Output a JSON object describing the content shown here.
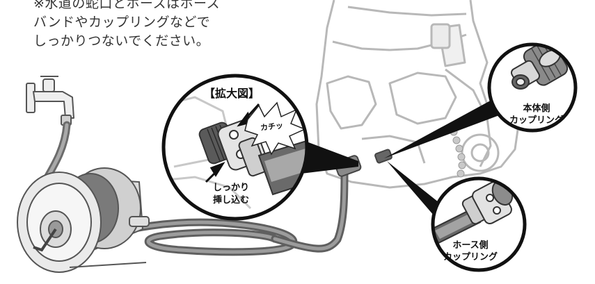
{
  "note": {
    "lines": [
      "※水道の蛇口とホースはホース",
      "バンドやカップリングなどで",
      "しっかりつないでください。"
    ]
  },
  "zoom": {
    "title": "【拡大図】",
    "snap_text": "カチッ",
    "push_line1": "しっかり",
    "push_line2": "挿し込む"
  },
  "body_coupling": {
    "line1": "本体側",
    "line2": "カップリング"
  },
  "hose_coupling": {
    "line1": "ホース側",
    "line2": "カップリング"
  }
}
